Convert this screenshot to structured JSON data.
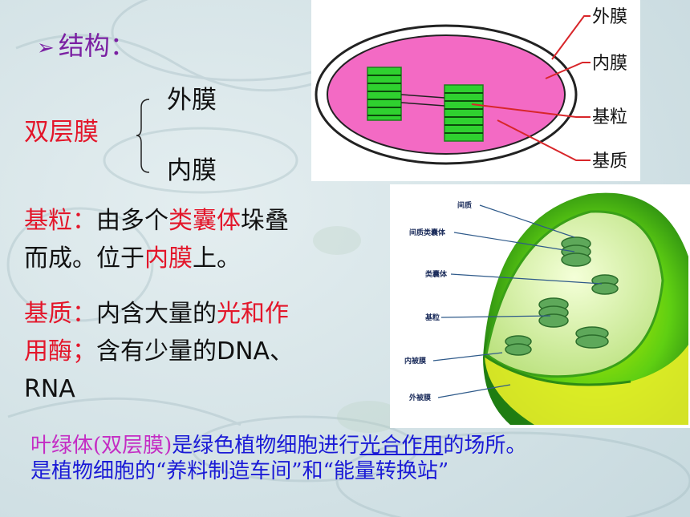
{
  "heading": {
    "bullet": "➢",
    "text": "结构："
  },
  "membrane": {
    "group": "双层膜",
    "outer": "外膜",
    "inner": "内膜"
  },
  "grana": {
    "label": "基粒：",
    "parts": [
      "由多个",
      "类囊体",
      "垛叠",
      "而成。位于",
      "内膜",
      "上。"
    ]
  },
  "stroma": {
    "label": "基质：",
    "parts": [
      "内含大量的",
      "光和作",
      "用酶；",
      "含有少量的DNA、",
      "RNA"
    ]
  },
  "diagram_top": {
    "labels": [
      "外膜",
      "内膜",
      "基粒",
      "基质"
    ],
    "colors": {
      "stroma_fill": "#f36ac4",
      "granum_green": "#2fd12f"
    }
  },
  "diagram_3d": {
    "labels": [
      "间质",
      "间质类囊体",
      "类囊体",
      "基粒",
      "内被膜",
      "外被膜"
    ]
  },
  "summary": {
    "line1": [
      "叶绿体(双层膜)",
      "是绿色植物细胞进行",
      "光合作用",
      "的场所。"
    ],
    "line2": "是植物细胞的“养料制造车间”和“能量转换站”"
  }
}
